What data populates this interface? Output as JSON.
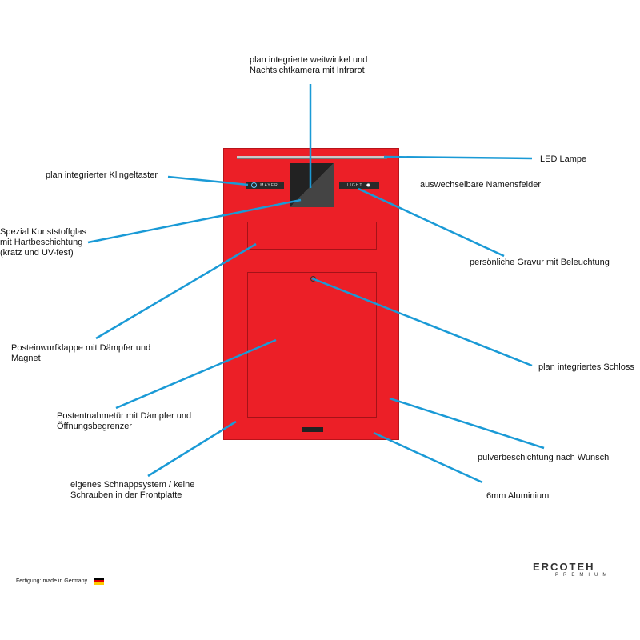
{
  "product": {
    "name_plate": "MAYER",
    "light_plate": "LIGHT"
  },
  "labels": {
    "camera": "plan integrierte weitwinkel und Nachtsichtkamera mit Infrarot",
    "led": "LED Lampe",
    "bell": "plan integrierter Klingeltaster",
    "name_fields": "auswechselbare Namensfelder",
    "glass": "Spezial Kunststoffglas mit Hartbeschichtung (kratz und UV-fest)",
    "engraving": "persönliche Gravur mit Beleuchtung",
    "flap": "Posteinwurfklappe mit Dämpfer und Magnet",
    "lock": "plan integriertes Schloss",
    "door": "Postentnahmetür mit Dämpfer und Öffnungsbegrenzer",
    "coating": "pulverbeschichtung nach Wunsch",
    "snap": "eigenes Schnappsystem / keine Schrauben in der Frontplatte",
    "aluminium": "6mm Aluminium"
  },
  "footer": {
    "made_in": "Fertigung: made in Germany",
    "brand": "ERCOTEH",
    "brand_sub": "PREMIUM"
  },
  "colors": {
    "body": "#ec1f27",
    "leader": "#1a9ad6"
  }
}
